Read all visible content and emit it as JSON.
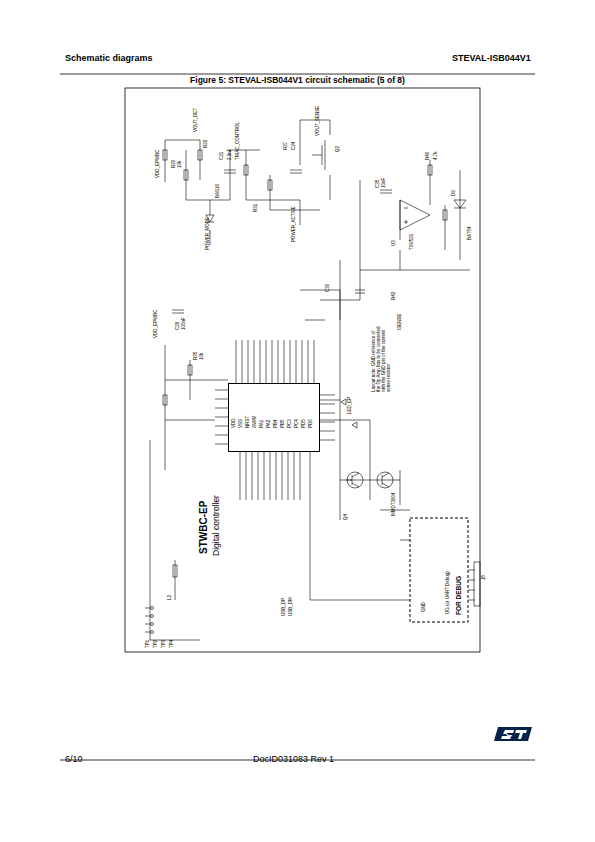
{
  "diagram": {
    "title": "Figure 5: STEVAL-ISB044V1 circuit schematic (5 of 8)",
    "nodes": [
      {
        "text": [
          "STWBC-EP",
          "Digital controller"
        ]
      },
      {
        "text": [
          "FOR DEBUG"
        ]
      }
    ],
    "edges": [
      {
        "from": 0,
        "to": 1,
        "arrow": "none"
      }
    ],
    "labels": [
      "Schematic diagrams",
      "STEVAL-ISB044V1",
      "6/10",
      "DocID031083 Rev 1",
      "VDD_EPWBC",
      "R20",
      "10k",
      "VOUT_DET",
      "R22",
      "BAS16",
      "C21",
      "2.2nF",
      "POWER_MODE",
      "TRIAC_CONTROL",
      "R27",
      "C24",
      "VOUT_SENSE",
      "Q2",
      "POWER_ACTIVE",
      "R31",
      "VDD_EPWBC",
      "C29",
      "100nF",
      "R35",
      "10k",
      "VDD",
      "VSS",
      "NRST",
      "SWIM",
      "PA1",
      "PA2",
      "PB4",
      "PB5",
      "PC3",
      "PC4",
      "PD5",
      "PD6",
      "USB_DP",
      "USB_DM",
      "J8",
      "UG (or UART Debug)",
      "GND",
      "U3",
      "TSV521",
      "C35",
      "10nF",
      "R40",
      "4.7k",
      "D9",
      "BAT54",
      "ISENSE",
      "Layout note: GND reference of the Op Amp has to be connected with the GND pin of the current sense resistor",
      "LED_EP",
      "Q4",
      "MMDT3904",
      "L2",
      "TP1",
      "TP2",
      "TP3",
      "TP4",
      "C30",
      "R42"
    ]
  }
}
